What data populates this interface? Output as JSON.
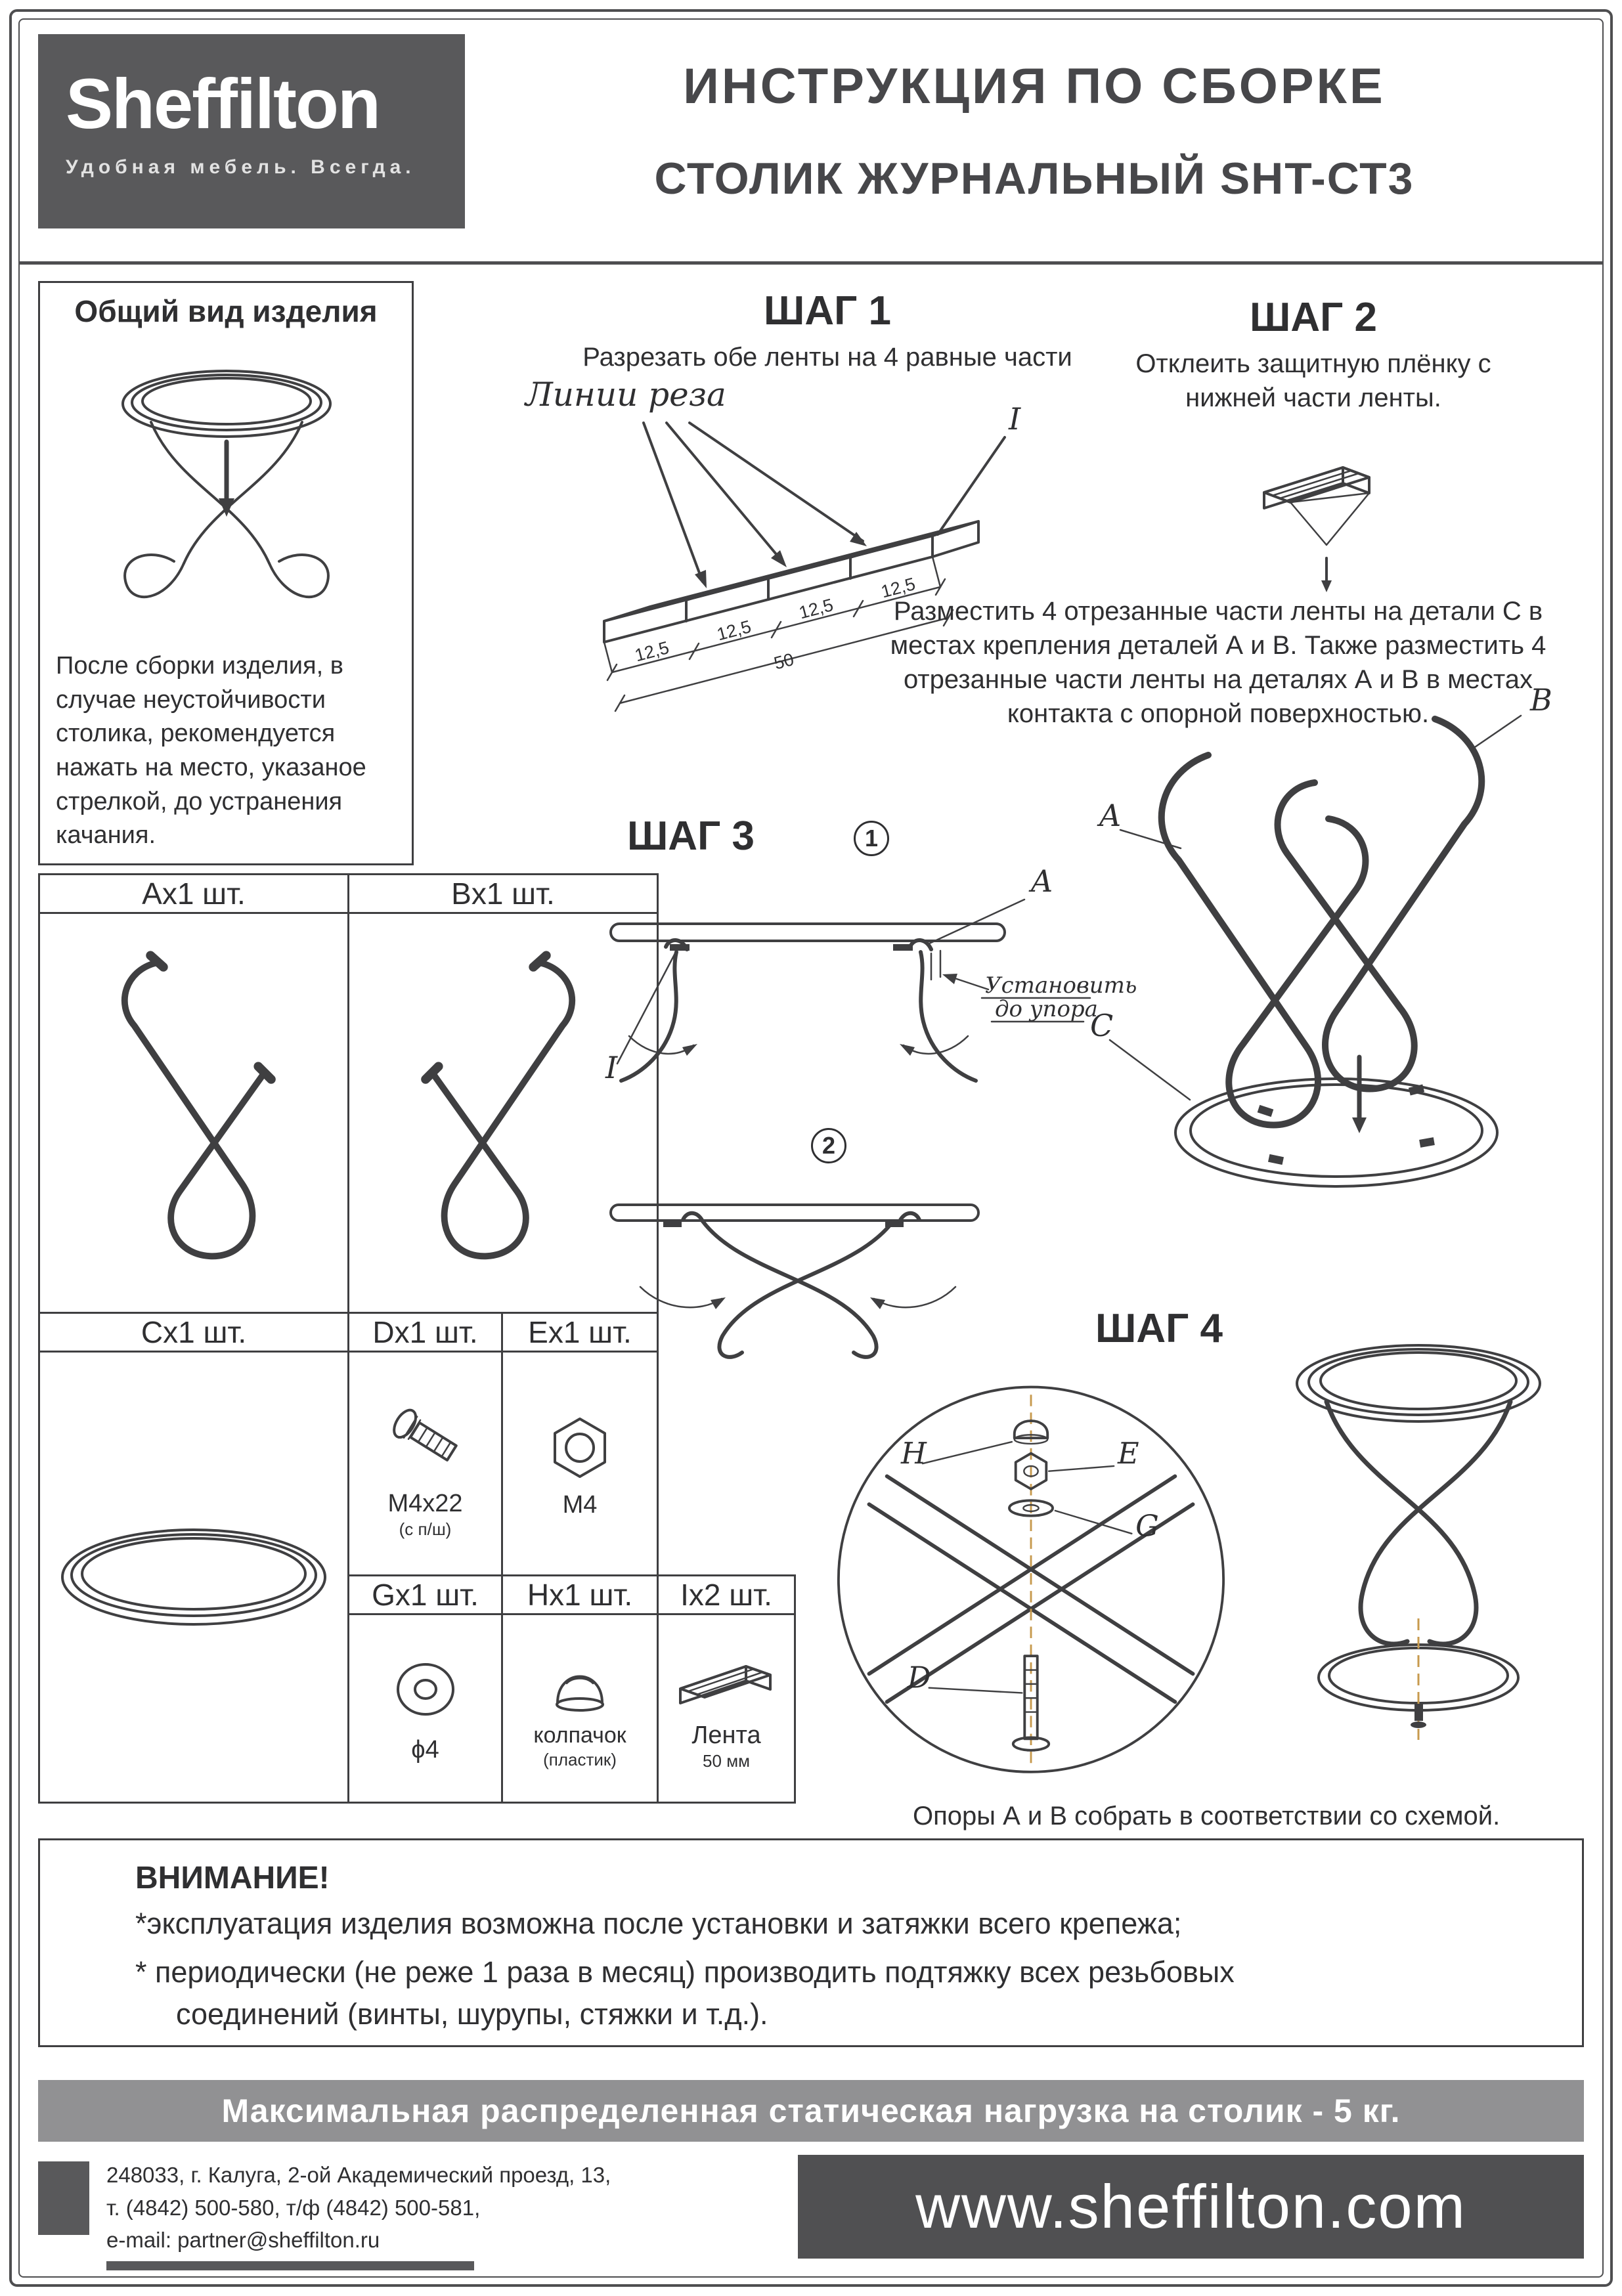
{
  "header": {
    "logo_text": "Sheffilton",
    "logo_tagline": "Удобная мебель. Всегда.",
    "title_line1": "ИНСТРУКЦИЯ ПО СБОРКЕ",
    "title_line2": "СТОЛИК ЖУРНАЛЬНЫЙ SHT-СТ3"
  },
  "overview": {
    "title": "Общий вид изделия",
    "note": "После сборки изделия, в случае неустойчивости столика, рекомендуется нажать на место, указаное стрелкой, до устранения качания."
  },
  "parts": {
    "a": {
      "label": "Ax1 шт."
    },
    "b": {
      "label": "Bx1 шт."
    },
    "c": {
      "label": "Cx1 шт."
    },
    "d": {
      "label": "Dx1 шт.",
      "name": "М4х22",
      "sub": "(с п/ш)"
    },
    "e": {
      "label": "Ex1 шт.",
      "name": "М4"
    },
    "g": {
      "label": "Gx1 шт.",
      "name": "ϕ4"
    },
    "h": {
      "label": "Hx1 шт.",
      "name": "колпачок",
      "sub": "(пластик)"
    },
    "i": {
      "label": "Ix2 шт.",
      "name": "Лента",
      "sub": "50 мм"
    }
  },
  "step1": {
    "title": "ШАГ 1",
    "text": "Разрезать обе ленты на 4 равные части",
    "cut_label": "Линии реза",
    "part_callout": "I",
    "dim_segment": "12,5",
    "dim_total": "50"
  },
  "step2": {
    "title": "ШАГ 2",
    "text": "Отклеить защитную плёнку с нижней части ленты.",
    "text2": "Разместить 4 отрезанные части ленты на детали С в местах крепления деталей А и В. Также разместить 4 отрезанные части ленты на деталях А и В в местах контакта с опорной поверхностью."
  },
  "assembly": {
    "label_a": "A",
    "label_b": "B",
    "label_c": "C"
  },
  "step3": {
    "title": "ШАГ 3",
    "num1": "1",
    "num2": "2",
    "label_a": "A",
    "label_i": "I",
    "hint_line1": "Установить",
    "hint_line2": "до упора"
  },
  "step4": {
    "title": "ШАГ 4",
    "label_h": "H",
    "label_e": "E",
    "label_g": "G",
    "label_d": "D",
    "text": "Опоры А и В собрать в соответствии со схемой."
  },
  "warning": {
    "title": "ВНИМАНИЕ!",
    "line1": "*эксплуатация изделия возможна после установки и затяжки всего крепежа;",
    "line2": "* периодически (не реже 1 раза в месяц) производить подтяжку всех резьбовых",
    "line3": "соединений (винты, шурупы, стяжки и т.д.)."
  },
  "load_banner": {
    "text": "Максимальная распределенная статическая нагрузка на столик - 5 кг."
  },
  "footer": {
    "address_line1": "248033, г. Калуга, 2-ой Академический проезд, 13,",
    "address_line2": "т. (4842) 500-580, т/ф (4842) 500-581,",
    "address_line3": "e-mail: partner@sheffilton.ru",
    "website": "www.sheffilton.com"
  }
}
